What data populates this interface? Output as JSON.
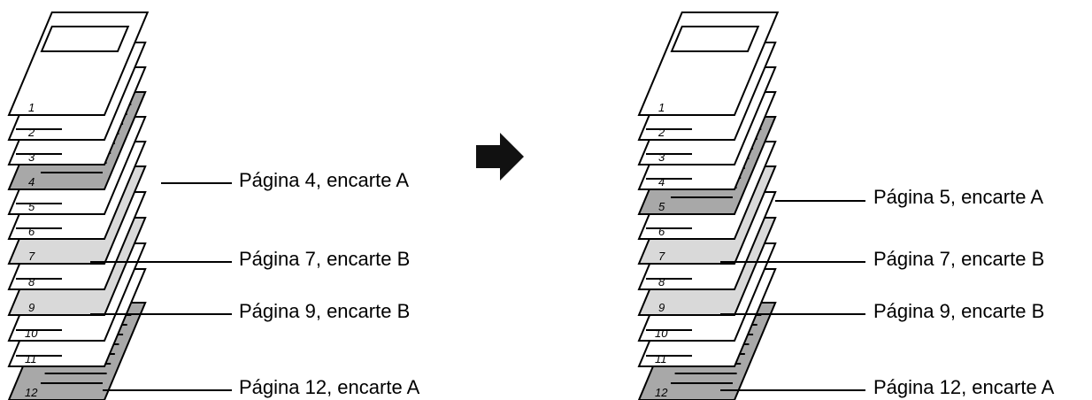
{
  "colors": {
    "white_sheet": "#ffffff",
    "insert_a": "#a8a8a8",
    "insert_b": "#d9d9d9",
    "stroke": "#000000",
    "arrow": "#111111"
  },
  "before": {
    "stack": [
      "1",
      "2",
      "3",
      "4",
      "5",
      "6",
      "7",
      "8",
      "9",
      "10",
      "11",
      "12"
    ],
    "inserts": [
      {
        "page": "4",
        "type": "A"
      },
      {
        "page": "7",
        "type": "B"
      },
      {
        "page": "9",
        "type": "B"
      },
      {
        "page": "12",
        "type": "A"
      }
    ],
    "callouts": [
      "Página 4, encarte A",
      "Página 7, encarte B",
      "Página 9, encarte B",
      "Página 12, encarte A"
    ]
  },
  "after": {
    "stack": [
      "1",
      "2",
      "3",
      "4",
      "5",
      "6",
      "7",
      "8",
      "9",
      "10",
      "11",
      "12"
    ],
    "inserts": [
      {
        "page": "5",
        "type": "A"
      },
      {
        "page": "7",
        "type": "B"
      },
      {
        "page": "9",
        "type": "B"
      },
      {
        "page": "12",
        "type": "A"
      }
    ],
    "callouts": [
      "Página 5, encarte A",
      "Página 7, encarte B",
      "Página 9, encarte B",
      "Página 12, encarte A"
    ]
  },
  "arrow_icon": "right-arrow-icon"
}
